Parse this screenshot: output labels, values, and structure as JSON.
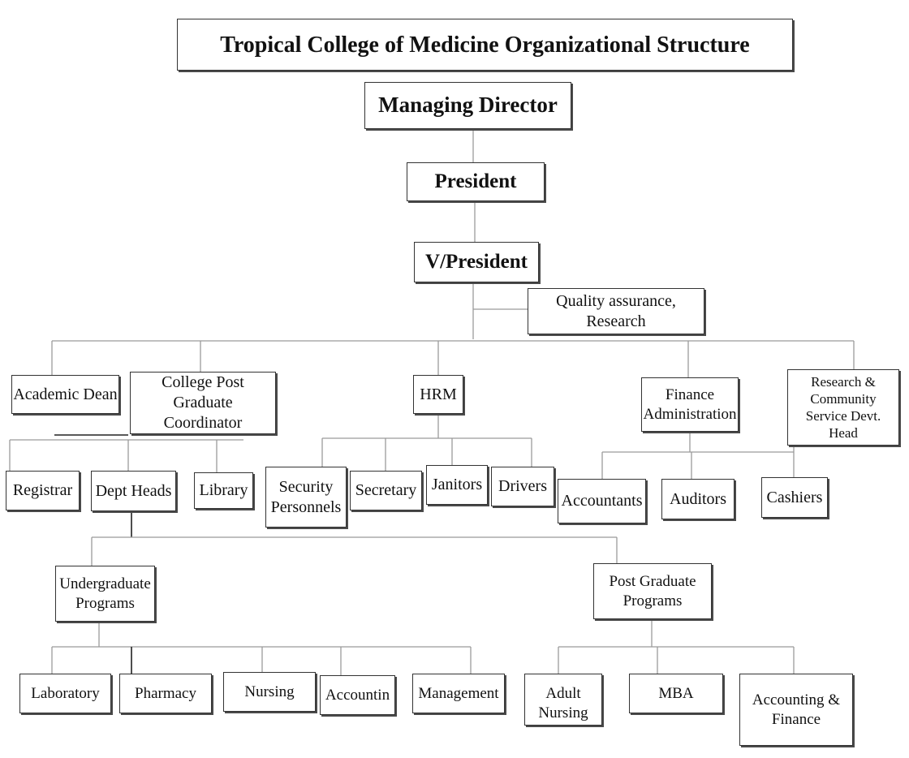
{
  "title": "Tropical College of Medicine Organizational Structure",
  "nodes": {
    "managing_director": "Managing Director",
    "president": "President",
    "vice_president": "V/President",
    "quality_assurance": "Quality assurance, Research",
    "academic_dean": "Academic Dean",
    "pg_coordinator": "College Post Graduate Coordinator",
    "hrm": "HRM",
    "finance_admin": "Finance Administration",
    "research_head": "Research & Community Service Devt. Head",
    "registrar": "Registrar",
    "dept_heads": "Dept Heads",
    "library": "Library",
    "security": "Security Personnels",
    "secretary": "Secretary",
    "janitors": "Janitors",
    "drivers": "Drivers",
    "accountants": "Accountants",
    "auditors": "Auditors",
    "cashiers": "Cashiers",
    "undergraduate": "Undergraduate Programs",
    "postgraduate": "Post Graduate Programs",
    "laboratory": "Laboratory",
    "pharmacy": "Pharmacy",
    "nursing": "Nursing",
    "accountin": "Accountin",
    "management": "Management",
    "adult_nursing": "Adult Nursing",
    "mba": "MBA",
    "accounting_finance": "Accounting & Finance"
  }
}
